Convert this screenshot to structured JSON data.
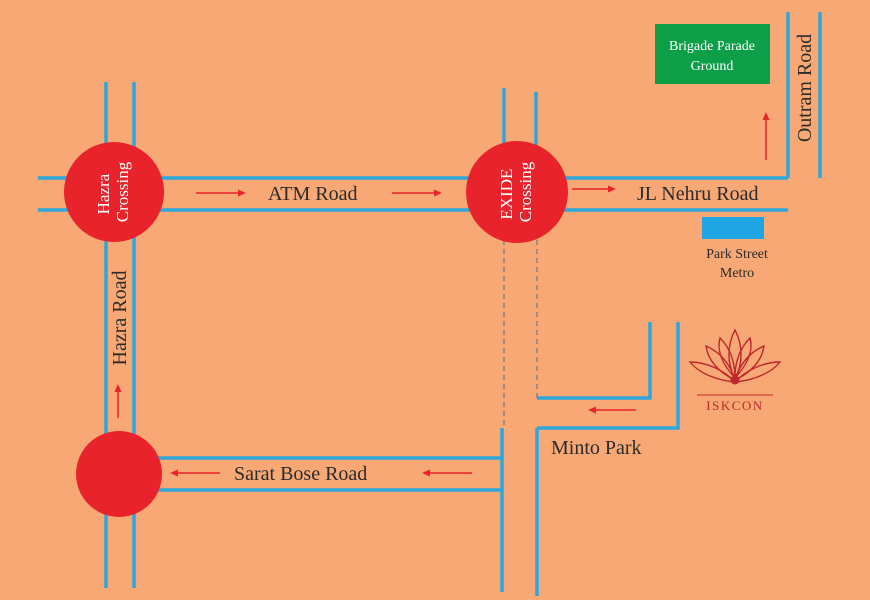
{
  "colors": {
    "background": "#F7A874",
    "road": "#2EA7DC",
    "crossing": "#E8232B",
    "arrow": "#E8232B",
    "park": "#0C9F48",
    "metro": "#1FA6E2",
    "logo": "#C0272D"
  },
  "roads": {
    "atm_road": "ATM Road",
    "jl_nehru_road": "JL Nehru Road",
    "hazra_road": "Hazra Road",
    "sarat_bose_road": "Sarat Bose Road",
    "outram_road": "Outram Road"
  },
  "crossings": {
    "hazra": {
      "line1": "Hazra",
      "line2": "Crossing"
    },
    "exide": {
      "line1": "EXIDE",
      "line2": "Crossing"
    }
  },
  "landmarks": {
    "brigade": {
      "line1": "Brigade Parade",
      "line2": "Ground"
    },
    "park_street_metro": {
      "line1": "Park Street",
      "line2": "Metro"
    },
    "minto_park": "Minto Park",
    "iskcon": "ISKCON",
    "iskcon_icon": "lotus-icon"
  }
}
